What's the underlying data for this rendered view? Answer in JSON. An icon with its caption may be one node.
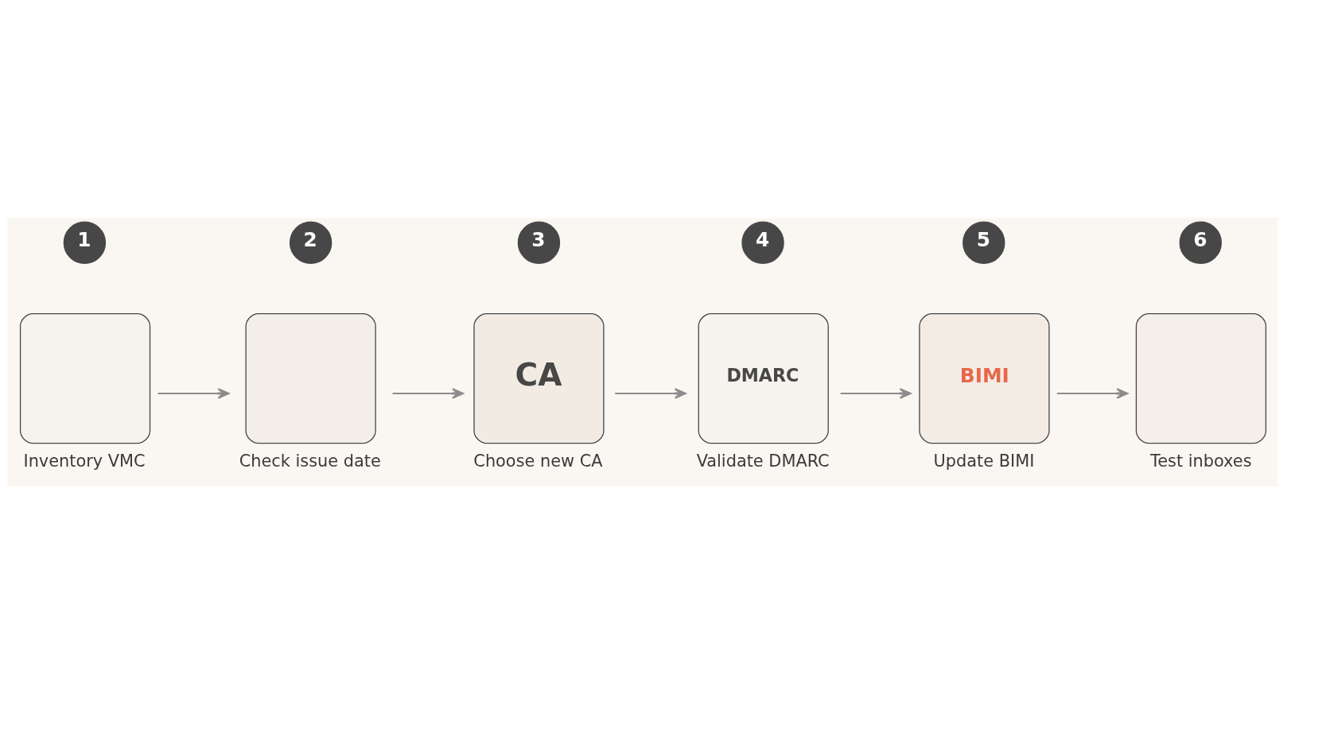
{
  "diagram": {
    "nodes": [
      {
        "text": [
          "1"
        ]
      },
      {
        "text": [
          "Inventory VMC"
        ]
      },
      {
        "text": [
          "2"
        ]
      },
      {
        "text": [
          "Check issue date"
        ]
      },
      {
        "text": [
          "3"
        ]
      },
      {
        "text": [
          "CA",
          "Choose new CA"
        ]
      },
      {
        "text": [
          "4"
        ]
      },
      {
        "text": [
          "DMARC",
          "Validate DMARC"
        ]
      },
      {
        "text": [
          "5"
        ]
      },
      {
        "text": [
          "BIMI",
          "Update BIMI"
        ]
      },
      {
        "text": [
          "6"
        ]
      },
      {
        "text": [
          "Test inboxes"
        ]
      }
    ],
    "edges": [
      {
        "from": 1,
        "to": 3,
        "arrow": "to"
      },
      {
        "from": 3,
        "to": 5,
        "arrow": "to"
      },
      {
        "from": 5,
        "to": 7,
        "arrow": "to"
      },
      {
        "from": 7,
        "to": 9,
        "arrow": "to"
      },
      {
        "from": 9,
        "to": 11,
        "arrow": "to"
      }
    ]
  }
}
